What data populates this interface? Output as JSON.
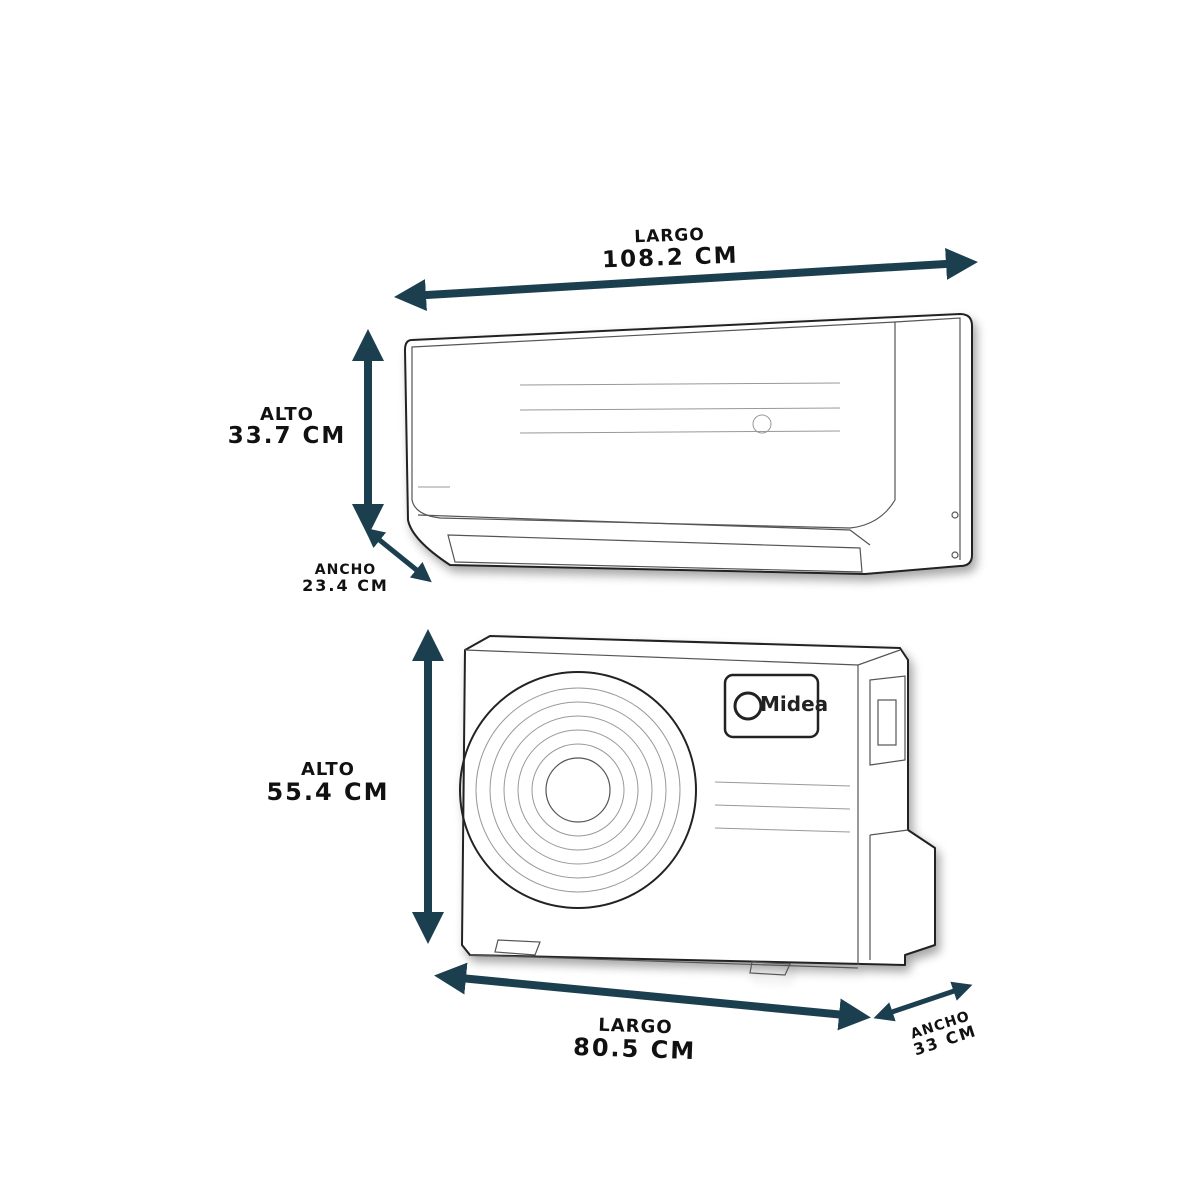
{
  "indoor_unit": {
    "length": {
      "word": "LARGO",
      "value": "108.2 CM"
    },
    "height": {
      "word": "ALTO",
      "value": "33.7 CM"
    },
    "depth": {
      "word": "ANCHO",
      "value": "23.4 CM"
    }
  },
  "outdoor_unit": {
    "brand": "Midea",
    "height": {
      "word": "ALTO",
      "value": "55.4 CM"
    },
    "length": {
      "word": "LARGO",
      "value": "80.5 CM"
    },
    "depth": {
      "word": "ANCHO",
      "value": "33 CM"
    }
  },
  "colors": {
    "arrow": "#1c3f4f",
    "outline": "#222222"
  }
}
